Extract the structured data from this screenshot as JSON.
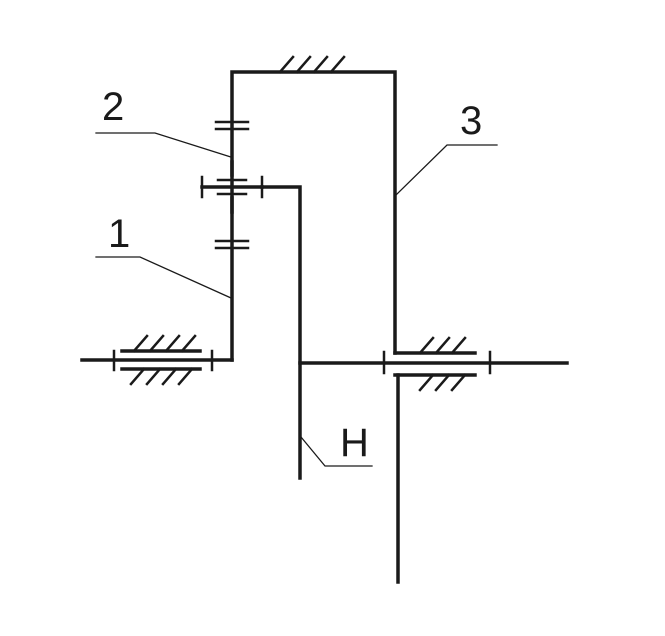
{
  "labels": {
    "sun_gear": "1",
    "planet_gear": "2",
    "ring_gear": "3",
    "carrier": "H"
  },
  "colors": {
    "line": "#1a1a1a",
    "background": "#ffffff"
  }
}
